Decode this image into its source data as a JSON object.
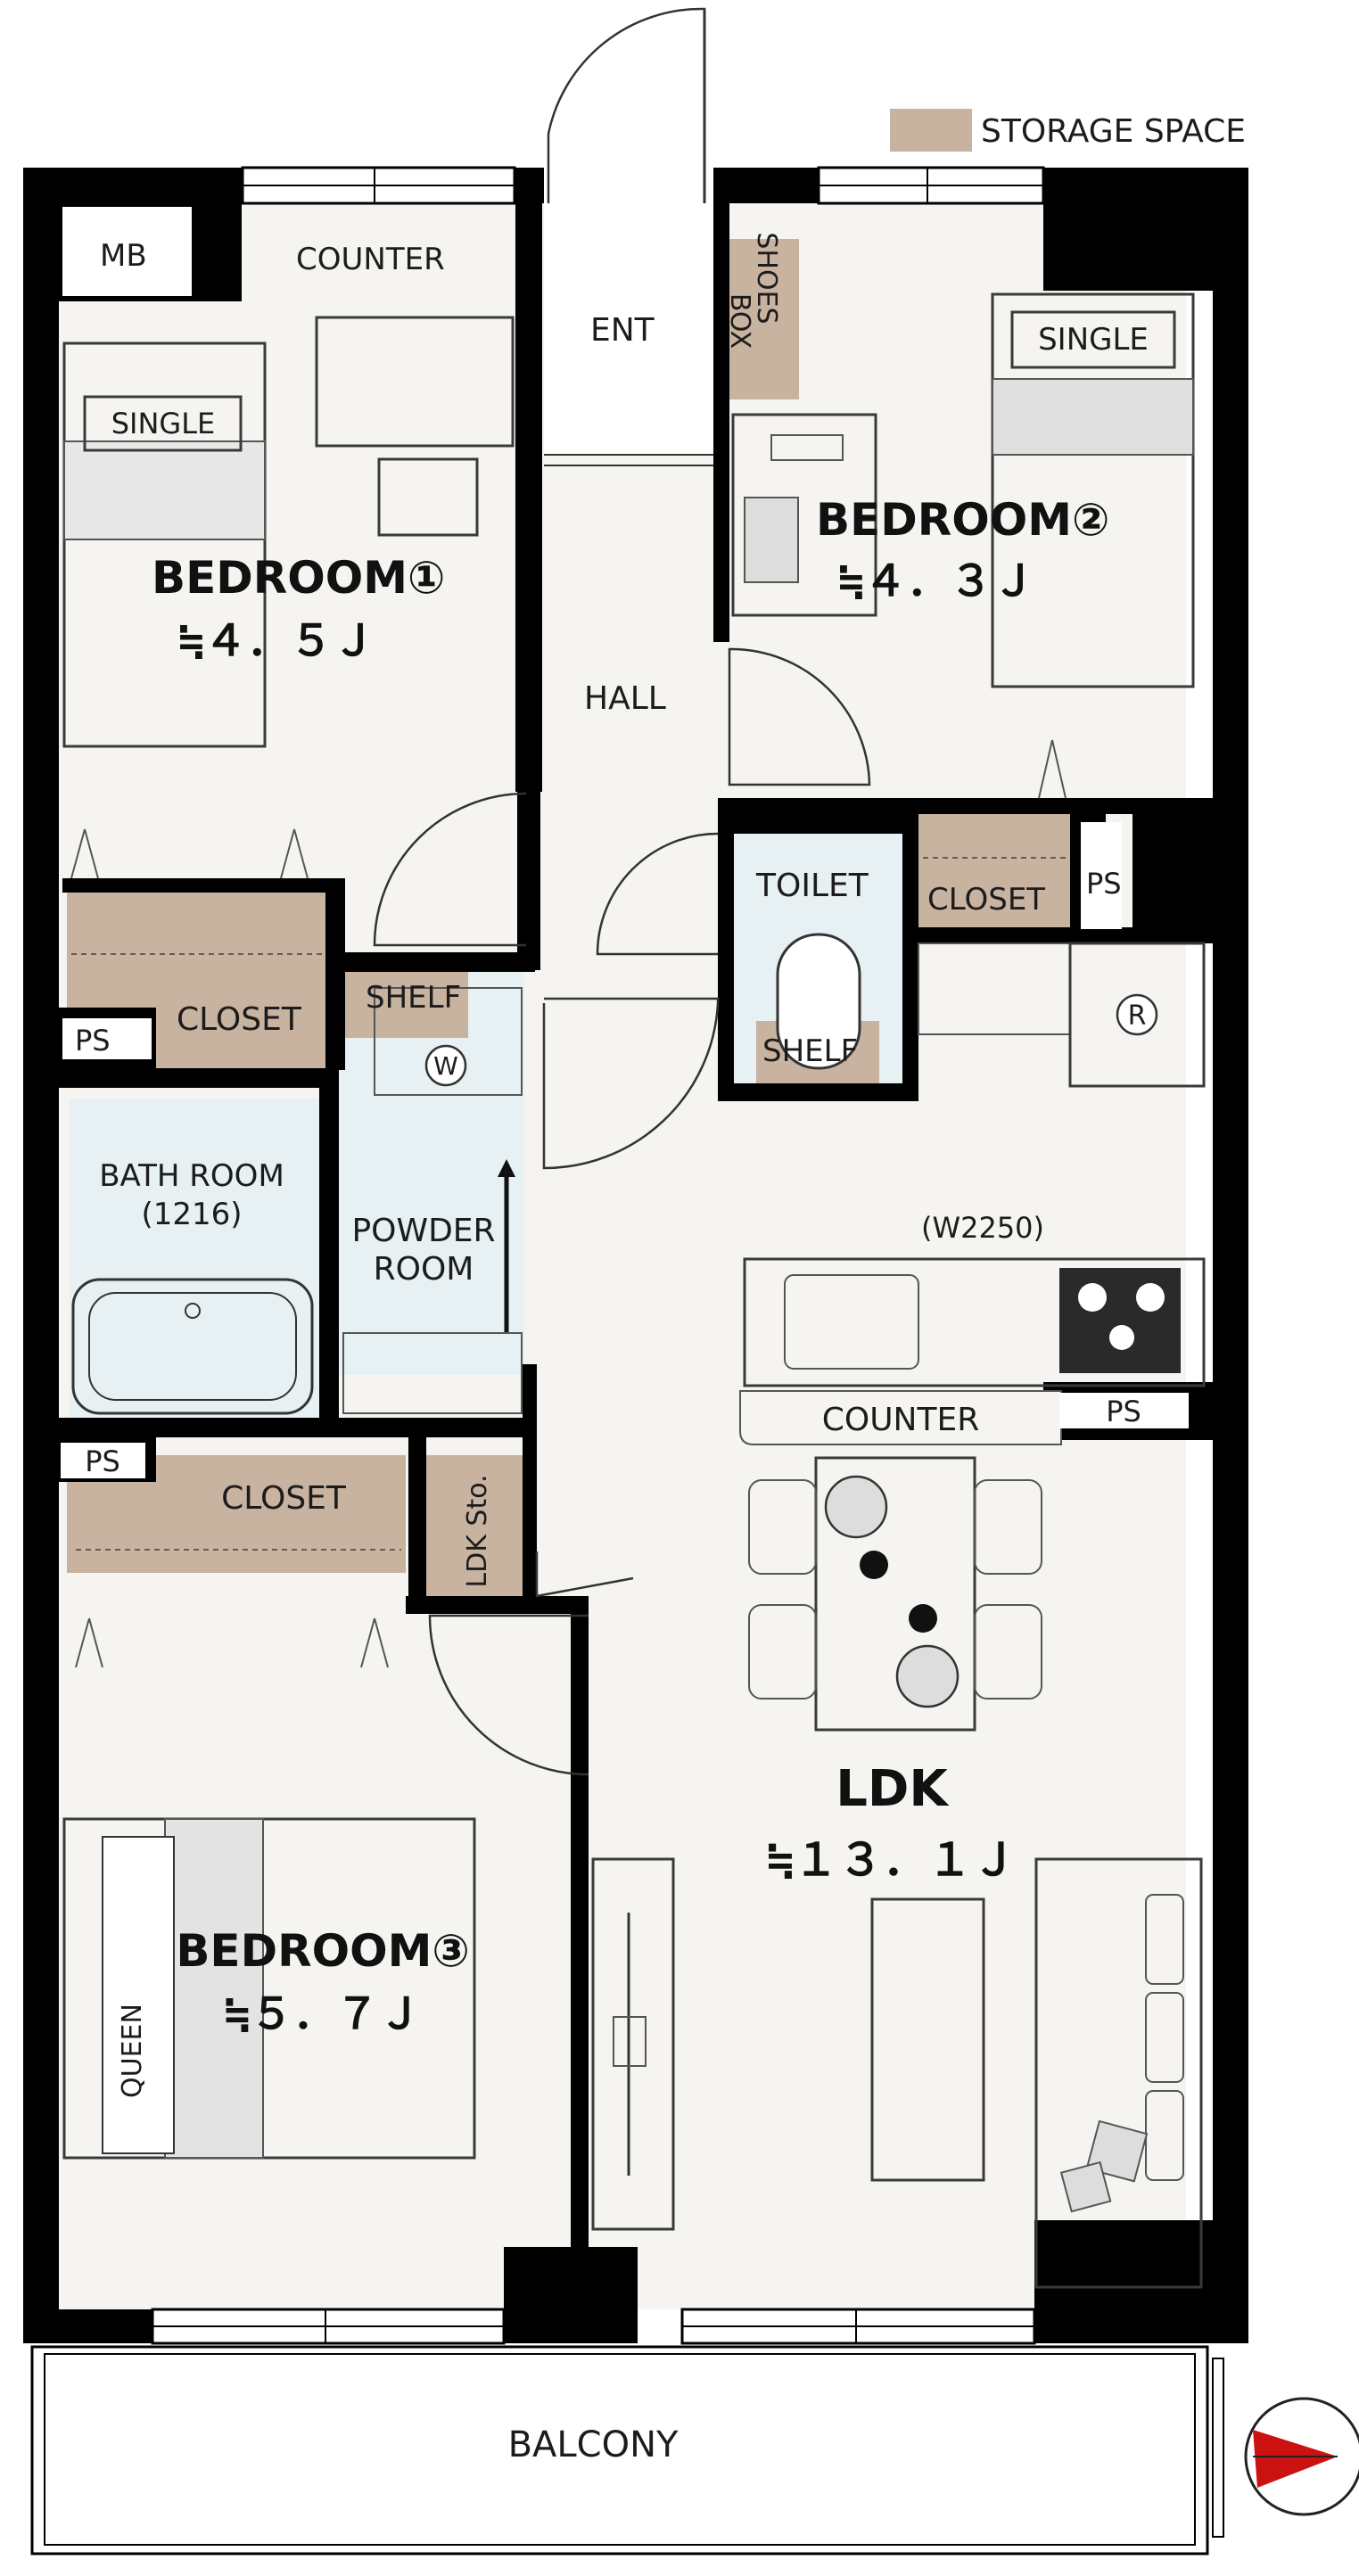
{
  "colors": {
    "wall": "#000000",
    "floor": "#f5f4f0",
    "storage": "#c8b2a0",
    "wet_area": "#e7f0f2",
    "outdoor": "#ffffff"
  },
  "legend": {
    "label": "STORAGE SPACE"
  },
  "rooms": {
    "mb": "MB",
    "counter_top": "COUNTER",
    "entrance": "ENT",
    "shoes_box_1": "SHOES",
    "shoes_box_2": "BOX",
    "single_1": "SINGLE",
    "single_2": "SINGLE",
    "bedroom1": {
      "name": "BEDROOM①",
      "area": "≒４．５Ｊ"
    },
    "bedroom2": {
      "name": "BEDROOM②",
      "area": "≒４．３Ｊ"
    },
    "hall": "HALL",
    "toilet": "TOILET",
    "closet_bed2": "CLOSET",
    "ps_right_top": "PS",
    "closet_bed1": "CLOSET",
    "ps_left_top": "PS",
    "shelf_powder": "SHELF",
    "washer": "W",
    "shelf_toilet": "SHELF",
    "fridge": "R",
    "bath_room_1": "BATH ROOM",
    "bath_room_2": "(1216)",
    "powder_room_1": "POWDER",
    "powder_room_2": "ROOM",
    "kitchen_width": "(W2250)",
    "counter_kitchen": "COUNTER",
    "ps_kitchen": "PS",
    "ps_left_mid": "PS",
    "closet_bed3": "CLOSET",
    "ldk_storage": "LDK Sto.",
    "ldk": {
      "name": "LDK",
      "area": "≒１３．１Ｊ"
    },
    "bedroom3": {
      "name": "BEDROOM③",
      "area": "≒５．７Ｊ"
    },
    "queen": "QUEEN",
    "balcony": "BALCONY"
  }
}
